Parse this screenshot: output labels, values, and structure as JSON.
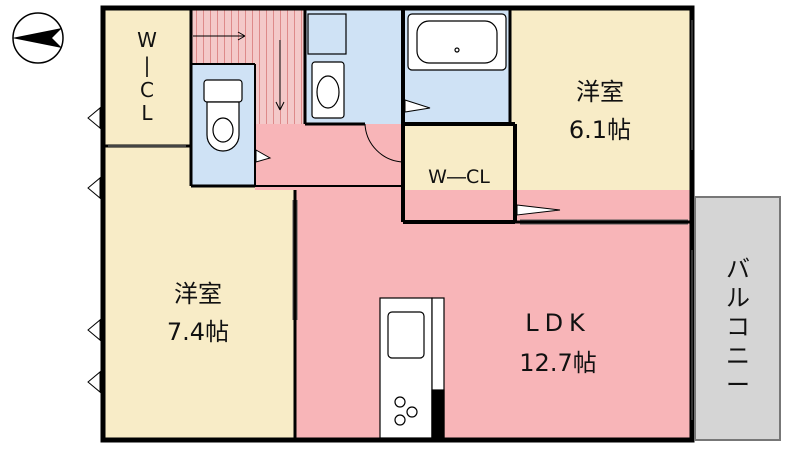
{
  "floorplan": {
    "rooms": {
      "wcl_left": {
        "label_chars": [
          "W",
          "|",
          "C",
          "L"
        ]
      },
      "western_room_left": {
        "name": "洋室",
        "size": "7.4帖"
      },
      "western_room_right": {
        "name": "洋室",
        "size": "6.1帖"
      },
      "wcl_center": {
        "label": "W―CL"
      },
      "ldk": {
        "name": "LDK",
        "size": "12.7帖"
      },
      "balcony": {
        "label_chars": [
          "バ",
          "ル",
          "コ",
          "ニ",
          "ー"
        ]
      }
    },
    "icons": [
      "compass-icon",
      "toilet-icon",
      "washbasin-icon",
      "bathtub-icon",
      "sink-icon",
      "stove-icon",
      "staircase-icon",
      "door-icon",
      "window-icon"
    ],
    "colors": {
      "western_room": "#f8ecc7",
      "ldk": "#f8b5b8",
      "wet_area": "#cfe2f5",
      "balcony": "#d5d5d5",
      "staircase": "#f2c2c2",
      "wall": "#000000"
    }
  }
}
